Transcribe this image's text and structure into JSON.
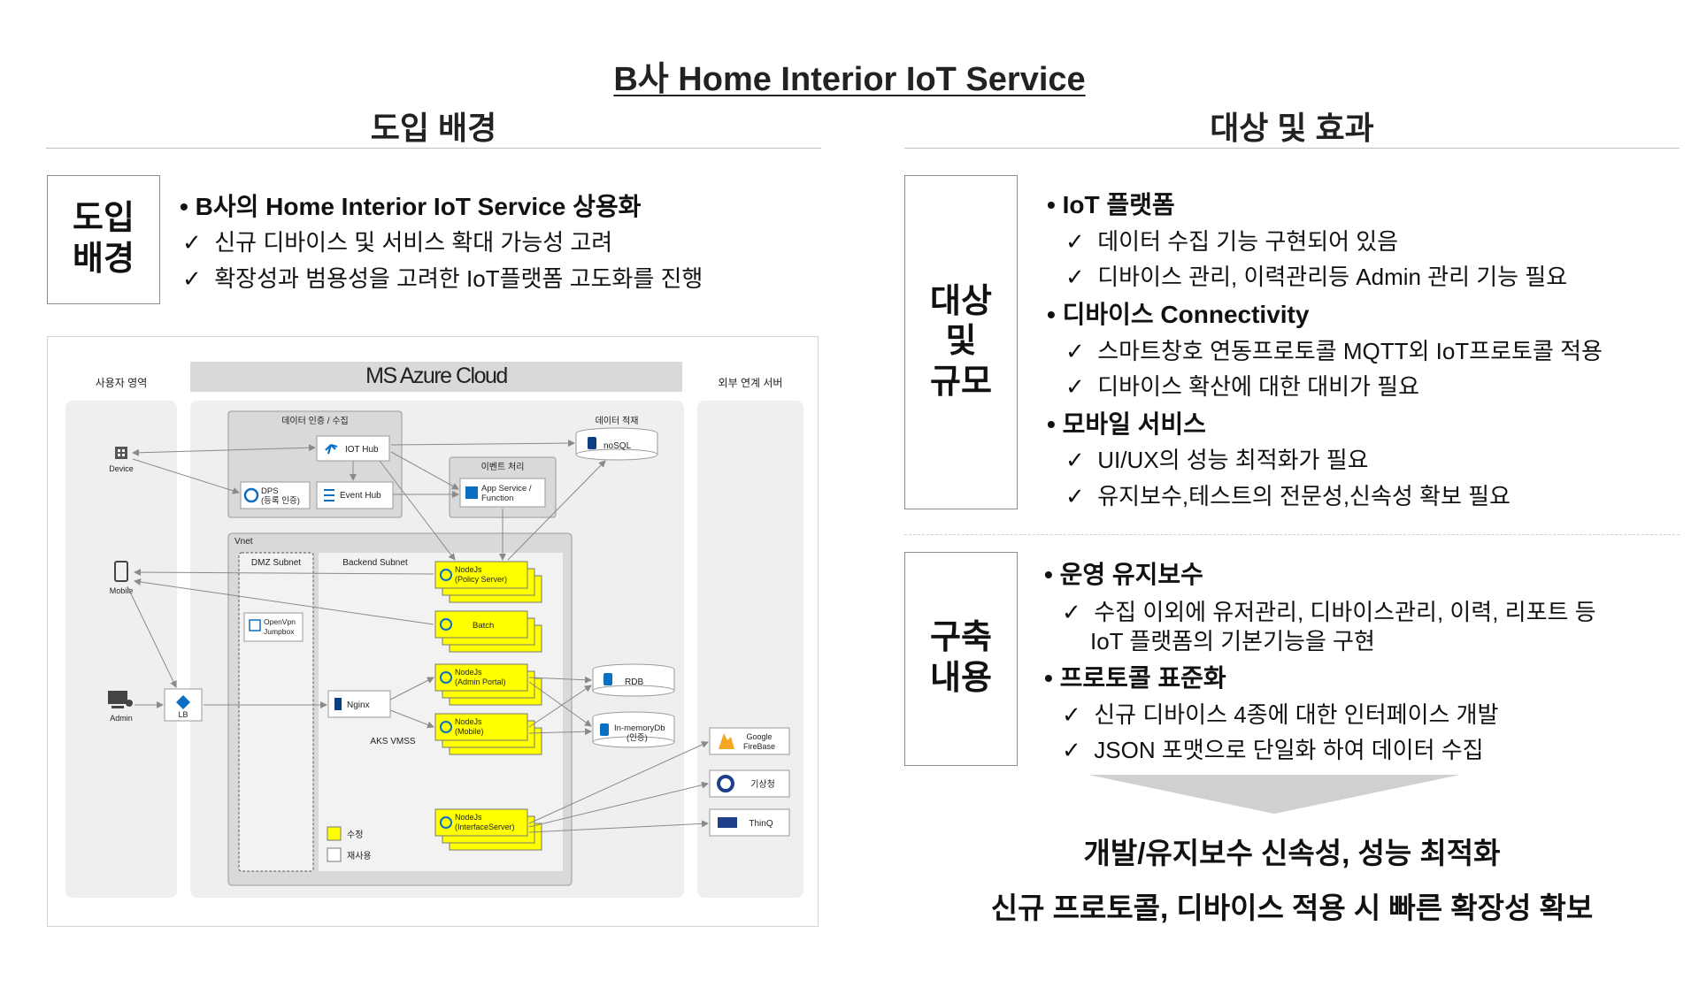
{
  "title": "B사 Home Interior IoT Service",
  "left": {
    "heading": "도입 배경",
    "box_label_1": "도입",
    "box_label_2": "배경",
    "bullet": "B사의 Home Interior IoT Service 상용화",
    "checks": [
      "신규 디바이스 및 서비스 확대 가능성 고려",
      "확장성과 범용성을 고려한 IoT플랫폼 고도화를 진행"
    ]
  },
  "diagram": {
    "cloud_title": "MS Azure Cloud",
    "user_area": "사용자 영역",
    "external_area": "외부 연계 서버",
    "auth_group": "데이터 인증 / 수집",
    "storage_group": "데이터 적재",
    "event_group": "이벤트 처리",
    "iot_hub": "IOT Hub",
    "dps": "DPS",
    "dps_sub": "(등록 인증)",
    "event_hub": "Event Hub",
    "app_service": "App Service /",
    "app_service_sub": "Function",
    "nosql": "noSQL",
    "vnet": "Vnet",
    "dmz": "DMZ Subnet",
    "backend": "Backend Subnet",
    "policy": "NodeJs",
    "policy_sub": "(Policy Server)",
    "batch": "Batch",
    "admin_portal": "NodeJs",
    "admin_portal_sub": "(Admin Portal)",
    "mobile_node": "NodeJs",
    "mobile_node_sub": "(Mobile)",
    "interface": "NodeJs",
    "interface_sub": "(InterfaceServer)",
    "openvpn": "OpenVpn",
    "openvpn_sub": "Jumpbox",
    "nginx": "Nginx",
    "aks": "AKS VMSS",
    "lb": "LB",
    "rdb": "RDB",
    "inmem": "In-memoryDb",
    "inmem_sub": "(인증)",
    "device": "Device",
    "mobile": "Mobile",
    "admin": "Admin",
    "firebase": "Google",
    "firebase_sub": "FireBase",
    "kma": "기상청",
    "thinq": "ThinQ",
    "legend_modified": "수정",
    "legend_reused": "재사용",
    "colors": {
      "modified": "#ffff00",
      "azure": "#0a6fc2",
      "group": "#e9e9e9"
    }
  },
  "right": {
    "heading": "대상 및 효과",
    "box1_lines": [
      "대상",
      "및",
      "규모"
    ],
    "box2_lines": [
      "구축",
      "내용"
    ],
    "section1": [
      {
        "bullet": "IoT 플랫폼",
        "checks": [
          "데이터 수집 기능 구현되어 있음",
          "디바이스 관리, 이력관리등 Admin 관리 기능 필요"
        ]
      },
      {
        "bullet": "디바이스 Connectivity",
        "checks": [
          "스마트창호 연동프로토콜 MQTT외 IoT프로토콜 적용",
          "디바이스 확산에 대한 대비가 필요"
        ]
      },
      {
        "bullet": "모바일 서비스",
        "checks": [
          "UI/UX의 성능 최적화가 필요",
          "유지보수,테스트의 전문성,신속성 확보 필요"
        ]
      }
    ],
    "section2": [
      {
        "bullet": "운영 유지보수",
        "checks": [
          "수집 이외에 유저관리, 디바이스관리, 이력, 리포트 등",
          "IoT 플랫폼의 기본기능을 구현"
        ]
      },
      {
        "bullet": "프로토콜 표준화",
        "checks": [
          "신규 디바이스 4종에 대한 인터페이스 개발",
          "JSON 포맷으로 단일화 하여 데이터 수집"
        ]
      }
    ],
    "summary": [
      "개발/유지보수 신속성, 성능 최적화",
      "신규 프로토콜, 디바이스 적용 시 빠른 확장성 확보"
    ]
  }
}
